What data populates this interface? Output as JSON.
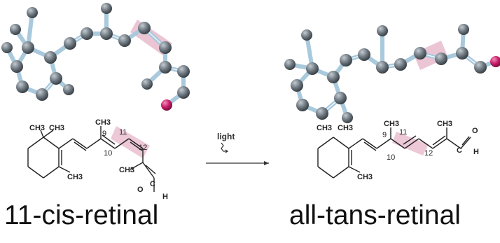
{
  "captions": {
    "left": "11-cis-retinal",
    "right": "all-tans-retinal"
  },
  "arrow": {
    "label": "light"
  },
  "structure_left": {
    "methyl_labels": [
      "CH3",
      "CH3",
      "CH3",
      "CH3",
      "CH3"
    ],
    "carbon_numbers": [
      "9",
      "10",
      "11",
      "12"
    ],
    "aldehyde": {
      "o": "O",
      "c": "C",
      "h": "H"
    }
  },
  "structure_right": {
    "methyl_labels": [
      "CH3",
      "CH3",
      "CH3",
      "CH3",
      "CH3"
    ],
    "carbon_numbers": [
      "9",
      "10",
      "11",
      "12"
    ],
    "aldehyde": {
      "o": "O",
      "c": "C",
      "h": "H"
    }
  },
  "colors": {
    "carbon": "#707a82",
    "oxygen": "#c8206a",
    "bond": "#a9c9dc",
    "highlight": "#e7b6c9"
  }
}
